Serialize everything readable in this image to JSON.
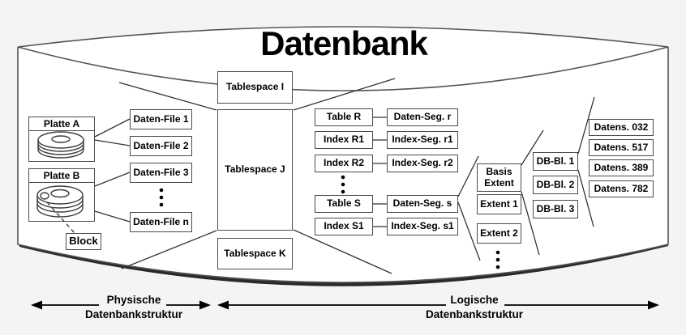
{
  "title": "Datenbank",
  "physical": {
    "disk_a": "Platte A",
    "disk_b": "Platte B",
    "block": "Block",
    "file_1": "Daten-File 1",
    "file_2": "Daten-File 2",
    "file_3": "Daten-File 3",
    "file_n": "Daten-File n"
  },
  "tablespaces": {
    "i": "Tablespace I",
    "j": "Tablespace J",
    "k": "Tablespace K"
  },
  "logical": {
    "table_r": "Table R",
    "index_r1": "Index R1",
    "index_r2": "Index R2",
    "table_s": "Table S",
    "index_s1": "Index S1",
    "seg_r": "Daten-Seg. r",
    "seg_r1": "Index-Seg. r1",
    "seg_r2": "Index-Seg. r2",
    "seg_s": "Daten-Seg. s",
    "seg_s1": "Index-Seg. s1",
    "basis_extent": "Basis Extent",
    "extent_1": "Extent 1",
    "extent_2": "Extent 2",
    "db_block_1": "DB-Bl. 1",
    "db_block_2": "DB-Bl. 2",
    "db_block_3": "DB-Bl. 3",
    "record_1": "Datens. 032",
    "record_2": "Datens. 517",
    "record_3": "Datens. 389",
    "record_4": "Datens. 782"
  },
  "legend": {
    "physical_line1": "Physische",
    "physical_line2": "Datenbankstruktur",
    "logical_line1": "Logische",
    "logical_line2": "Datenbankstruktur"
  },
  "colors": {
    "line": "#333333",
    "box_border": "#4b4b4b",
    "cylinder_stroke": "#555555",
    "shadow": "#141414",
    "background": "#f3f4f6",
    "cylinder_fill": "#ffffff",
    "text": "#000000"
  }
}
